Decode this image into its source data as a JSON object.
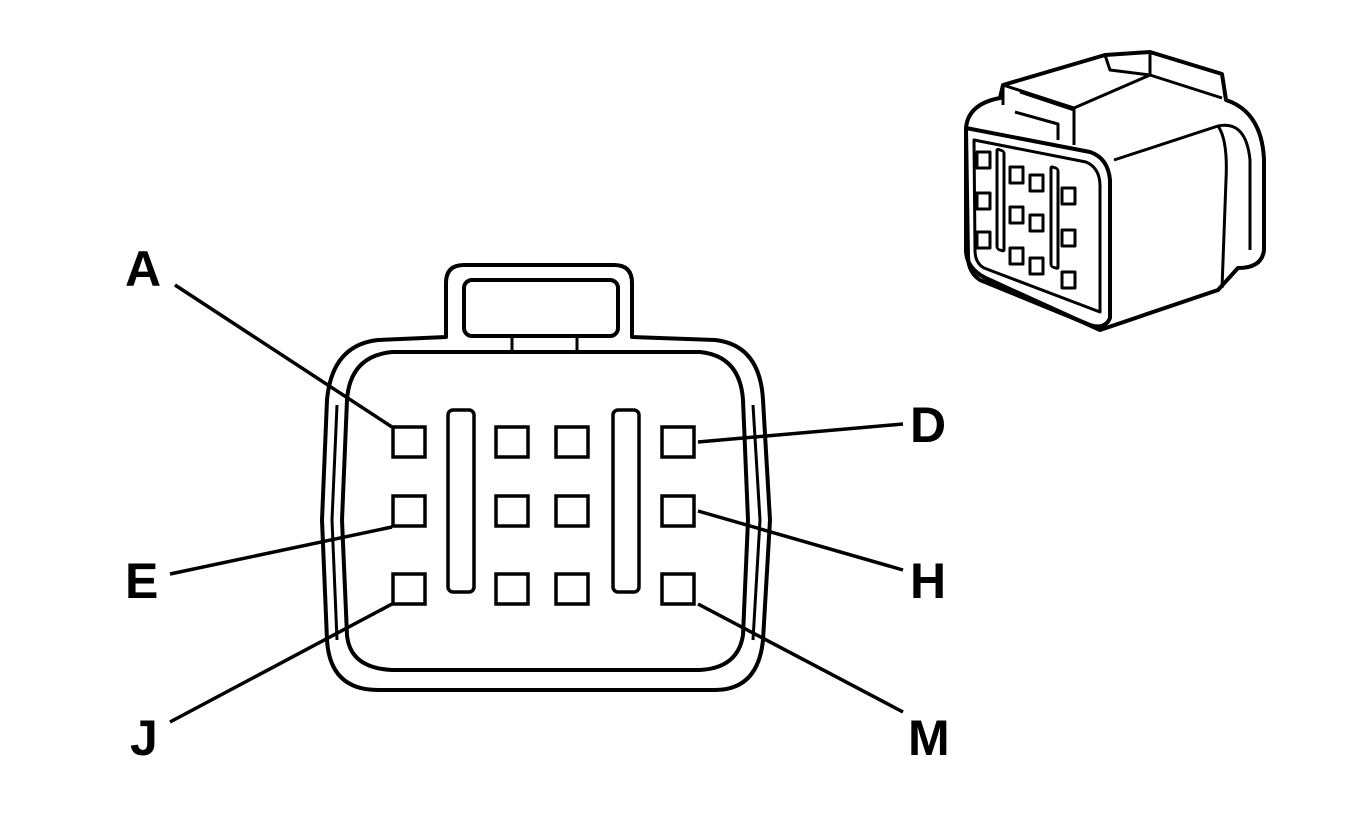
{
  "diagram": {
    "pin_labels": [
      {
        "id": "A",
        "text": "A"
      },
      {
        "id": "D",
        "text": "D"
      },
      {
        "id": "E",
        "text": "E"
      },
      {
        "id": "H",
        "text": "H"
      },
      {
        "id": "J",
        "text": "J"
      },
      {
        "id": "M",
        "text": "M"
      }
    ],
    "cavity_count": 12,
    "colors": {
      "line": "#000000",
      "background": "#ffffff"
    }
  }
}
